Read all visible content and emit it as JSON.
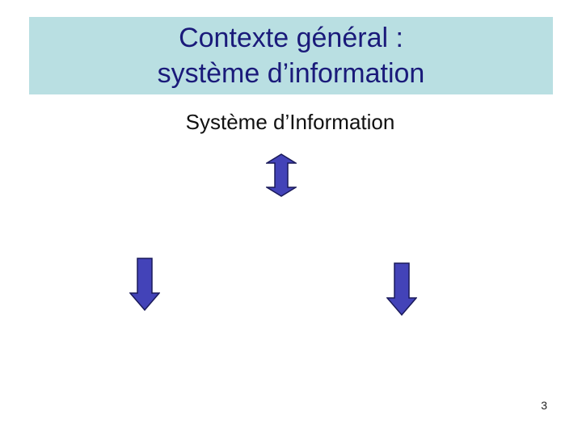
{
  "slide": {
    "title_line1": "Contexte général :",
    "title_line2": "système d’information",
    "subtitle": "Système d’Information",
    "page_number": "3"
  },
  "arrows": [
    {
      "name": "double-arrow-icon",
      "direction": "up-down"
    },
    {
      "name": "down-arrow-left-icon",
      "direction": "down"
    },
    {
      "name": "down-arrow-right-icon",
      "direction": "down"
    }
  ],
  "colors": {
    "title_band": "#b9dfe2",
    "title_text": "#1a1a7a",
    "arrow_fill": "#4343b8",
    "arrow_stroke": "#1a1a5a"
  }
}
